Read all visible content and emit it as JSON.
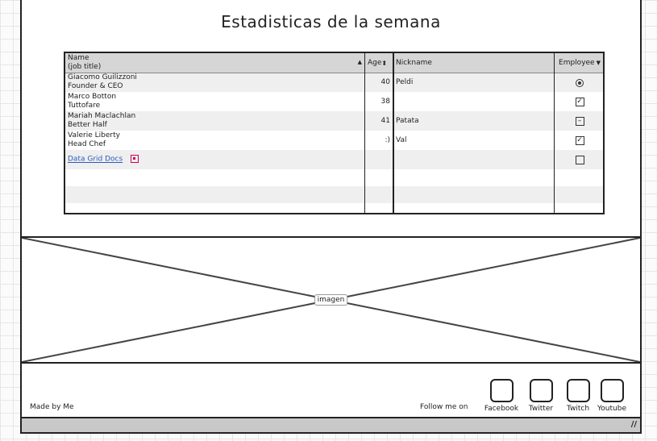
{
  "page": {
    "title": "Estadisticas de la semana"
  },
  "grid": {
    "headers": {
      "name": "Name",
      "job": "(job title)",
      "age": "Age",
      "nickname": "Nickname",
      "employee": "Employee"
    },
    "rows": [
      {
        "name": "Giacomo Guilizzoni",
        "job": "Founder & CEO",
        "age": "40",
        "nickname": "Peldi",
        "employee": "radio"
      },
      {
        "name": "Marco Botton",
        "job": "Tuttofare",
        "age": "38",
        "nickname": "",
        "employee": "checked"
      },
      {
        "name": "Mariah Maclachlan",
        "job": "Better Half",
        "age": "41",
        "nickname": "Patata",
        "employee": "minus"
      },
      {
        "name": "Valerie Liberty",
        "job": "Head Chef",
        "age": ":)",
        "nickname": "Val",
        "employee": "checked"
      }
    ],
    "link": "Data Grid Docs"
  },
  "image": {
    "label": "imagen"
  },
  "footer": {
    "made_by": "Made by Me",
    "follow": "Follow me on",
    "socials": [
      "Facebook",
      "Twitter",
      "Twitch",
      "Youtube"
    ]
  },
  "icons": {
    "sort": "sort-up-icon",
    "external": "external-link-icon",
    "resize": "resize-grip-icon"
  }
}
